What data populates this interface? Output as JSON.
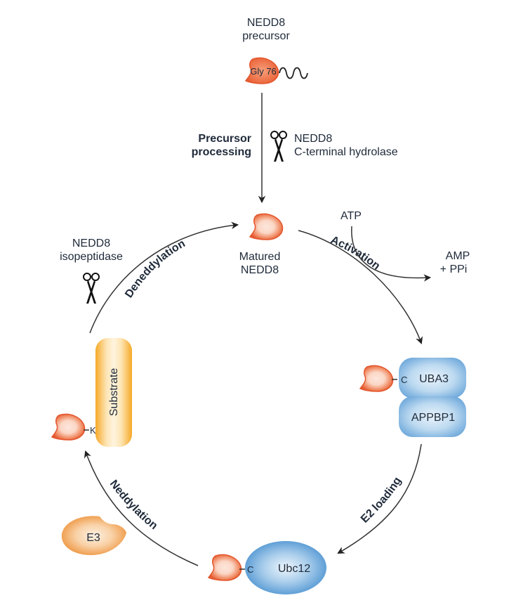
{
  "diagram": {
    "title": "NEDD8 conjugation cycle",
    "precursor": {
      "name_line1": "NEDD8",
      "name_line2": "precursor",
      "residue_label": "Gly 76"
    },
    "precursor_processing": {
      "step_line1": "Precursor",
      "step_line2": "processing",
      "enzyme_line1": "NEDD8",
      "enzyme_line2": "C-terminal hydrolase"
    },
    "matured": {
      "line1": "Matured",
      "line2": "NEDD8"
    },
    "activation": {
      "step": "Activation",
      "input": "ATP",
      "output_line1": "AMP",
      "output_line2": "+ PPi"
    },
    "e1": {
      "subunit1": "UBA3",
      "subunit2": "APPBP1",
      "linkage": "C"
    },
    "e2_loading": {
      "step": "E2 loading"
    },
    "e2": {
      "name": "Ubc12",
      "linkage": "C"
    },
    "neddylation": {
      "step": "Neddylation",
      "e3": "E3"
    },
    "substrate": {
      "name": "Substrate",
      "linkage": "K"
    },
    "deneddylation": {
      "step": "Deneddylation",
      "enzyme_line1": "NEDD8",
      "enzyme_line2": "isopeptidase"
    },
    "colors": {
      "nedd8": "#e8603a",
      "nedd8_light": "#fbe0d4",
      "e1_e2": "#8fbfe6",
      "substrate": "#f7b23b",
      "e3": "#f0a050",
      "arrow": "#333333",
      "text": "#1f2a3a"
    }
  }
}
